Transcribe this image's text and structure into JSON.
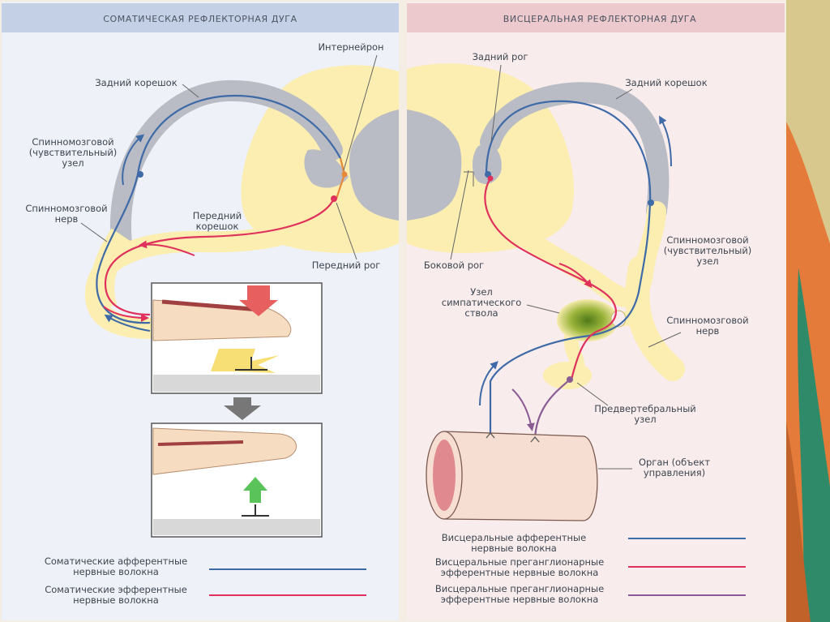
{
  "colors": {
    "afferent": "#3e6aa8",
    "efferent": "#e0315c",
    "postganglionic": "#8a5b93",
    "spinal_cord": "#fbeeb0",
    "gray_matter": "#b9bcc4",
    "left_panel": "#eef1f8",
    "right_panel": "#f9ecec",
    "header_left": "#c4d0e6",
    "header_right": "#ecc9cc"
  },
  "left": {
    "title": "СОМАТИЧЕСКАЯ РЕФЛЕКТОРНАЯ ДУГА",
    "labels": {
      "interneuron": "Интернейрон",
      "dorsal_root": "Задний корешок",
      "ganglion": [
        "Спинномозговой",
        "(чувствительный)",
        "узел"
      ],
      "nerve": [
        "Спинномозговой",
        "нерв"
      ],
      "ventral_root": [
        "Передний",
        "корешок"
      ],
      "ventral_horn": "Передний рог"
    },
    "legend": [
      {
        "text": [
          "Соматические афферентные",
          "нервные волокна"
        ],
        "color": "#3e6aa8"
      },
      {
        "text": [
          "Соматические эфферентные",
          "нервные волокна"
        ],
        "color": "#e0315c"
      }
    ]
  },
  "right": {
    "title": "ВИСЦЕРАЛЬНАЯ РЕФЛЕКТОРНАЯ ДУГА",
    "labels": {
      "dorsal_horn": "Задний рог",
      "dorsal_root": "Задний корешок",
      "ganglion": [
        "Спинномозговой",
        "(чувствительный)",
        "узел"
      ],
      "lateral_horn": "Боковой рог",
      "sympathetic_node": [
        "Узел",
        "симпатического",
        "ствола"
      ],
      "nerve": [
        "Спинномозговой",
        "нерв"
      ],
      "prevertebral": [
        "Предвертебральный",
        "узел"
      ],
      "organ": [
        "Орган (объект",
        "управления)"
      ]
    },
    "legend": [
      {
        "text": [
          "Висцеральные афферентные",
          "нервные волокна"
        ],
        "color": "#3e6aa8"
      },
      {
        "text": [
          "Висцеральные преганглионарные",
          "эфферентные нервные волокна"
        ],
        "color": "#e0315c"
      },
      {
        "text": [
          "Висцеральные преганглионарные",
          "эфферентные нервные волокна"
        ],
        "color": "#8a5b93"
      }
    ]
  }
}
